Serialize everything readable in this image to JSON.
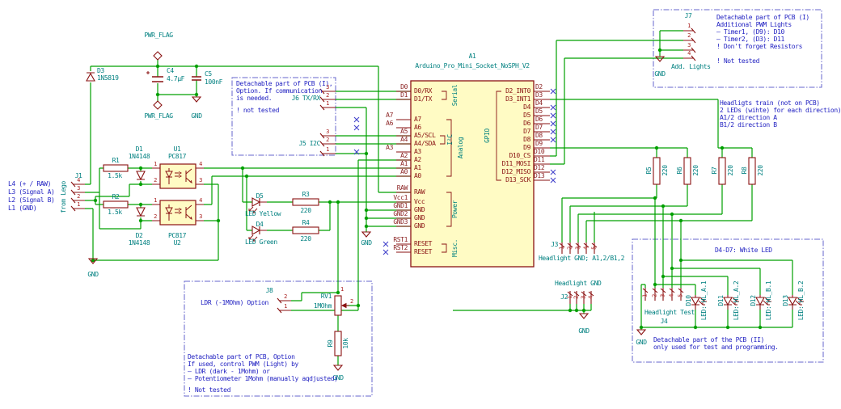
{
  "gnd": "GND",
  "power": {
    "pwr_flag_top": "PWR_FLAG",
    "pwr_flag_bottom": "PWR_FLAG",
    "d3_ref": "D3",
    "d3_val": "1N5819",
    "c4_ref": "C4",
    "c4_val": "4.7μF",
    "c5_ref": "C5",
    "c5_val": "100nF"
  },
  "j1": {
    "ref": "J1",
    "value": "from Lego",
    "pins": [
      "4",
      "3",
      "2",
      "1"
    ],
    "ext": [
      "L4 (+ / RAW)",
      "L3 (Signal A)",
      "L2 (Signal B)",
      "L1 (GND)"
    ]
  },
  "input_stage": {
    "r1_ref": "R1",
    "r1_val": "1.5k",
    "r2_ref": "R2",
    "r2_val": "1.5k",
    "d1_ref": "D1",
    "d1_val": "1N4148",
    "d2_ref": "D2",
    "d2_val": "1N4148",
    "u1_ref": "U1",
    "u1_val": "PC817",
    "u2_ref": "U2",
    "u2_val": "PC817",
    "opto_pins": [
      "1",
      "2",
      "4",
      "3"
    ]
  },
  "ind_leds": {
    "d5_ref": "D5",
    "d5_val": "LED Yellow",
    "d4_ref": "D4",
    "d4_val": "LED Green",
    "r3_ref": "R3",
    "r3_val": "220",
    "r4_ref": "R4",
    "r4_val": "220"
  },
  "comm_box": {
    "lines": [
      "Detachable part of PCB (I),",
      "Option. If communication",
      "is needed.",
      "! not tested"
    ],
    "j6": "J6 TX/RX",
    "j5": "J5 I2C",
    "j6_pins": [
      "3",
      "2",
      "1"
    ],
    "j5_pins": [
      "3",
      "2",
      "1"
    ]
  },
  "arduino": {
    "ref": "A1",
    "value": "Arduino_Pro_Mini_Socket_NoSPH_V2",
    "left_pins": [
      "D0/RX",
      "D1/TX",
      "A7",
      "A6",
      "A5/SCL",
      "A4/SDA",
      "A3",
      "A2",
      "A1",
      "A0",
      "RAW",
      "Vcc",
      "GND",
      "GND",
      "GND",
      "RESET",
      "RESET"
    ],
    "right_pins": [
      "D2_INT0",
      "D3_INT1",
      "D4",
      "D5",
      "D6",
      "D7",
      "D8",
      "D9",
      "D10_CS",
      "D11_MOSI",
      "D12_MISO",
      "D13_SCK"
    ],
    "groups": [
      "Serial",
      "I²C",
      "Analog",
      "GPIO",
      "Power",
      "Misc."
    ],
    "left_labels": [
      "D0",
      "D1",
      "A7",
      "A6",
      "A5",
      "A4",
      "A3",
      "A2",
      "A1",
      "A0",
      "RAW",
      "Vcc1",
      "GND1",
      "GND2",
      "GND3",
      "RST1",
      "RST2"
    ],
    "right_labels": [
      "D2",
      "D3",
      "D4",
      "D5",
      "D6",
      "D7",
      "D8",
      "D9",
      "D10",
      "D11",
      "D12",
      "D13"
    ]
  },
  "j7_box": {
    "ref": "J7",
    "pins": [
      "1",
      "2",
      "3",
      "4"
    ],
    "value": "Add. Lights",
    "lines": [
      "Detachable part of PCB (I)",
      "Additional PWM Lights",
      "– Timer1, (D9): D10",
      "– Timer2, (D3): D11",
      "! Don't forget Resistors",
      "! Not tested"
    ]
  },
  "train_note": {
    "lines": [
      "Headligts train (not on PCB)",
      "2 LEDs (wihte) for each direction)",
      "A1/2 direction A",
      "B1/2 direction B"
    ]
  },
  "pwm_res": {
    "r5": "R5",
    "r6": "R6",
    "r7": "R7",
    "r8": "R8",
    "val": "220"
  },
  "j3": {
    "ref": "J3",
    "value": "Headlight GND; A1,2/B1,2",
    "pins": [
      "1",
      "2",
      "3",
      "4",
      "5"
    ]
  },
  "j2": {
    "ref": "J2",
    "value": "Headlight GND",
    "pins": [
      "1",
      "2",
      "3",
      "4"
    ]
  },
  "test_box": {
    "title": "D4-D7: White LED",
    "j4_ref": "J4",
    "j4_value": "Headlight Test",
    "pins": [
      "1",
      "2",
      "3",
      "4",
      "5"
    ],
    "led_refs": [
      "D10",
      "D11",
      "D12",
      "D13"
    ],
    "led_vals": [
      "LED: HL_A.1",
      "LED: HL_A.2",
      "LED: HL_B.1",
      "LED: HL_B.2"
    ],
    "lines": [
      "Detachable part of the PCB (II)",
      "only used for test and programming."
    ]
  },
  "ldr_box": {
    "j8_ref": "J8",
    "j8_pins": [
      "2",
      "1"
    ],
    "j8_value": "LDR (-1MOhm) Option",
    "rv1_ref": "RV1",
    "rv1_val": "1MOhm",
    "rv1_pins": [
      "1",
      "2"
    ],
    "r9_ref": "R9",
    "r9_val": "10k",
    "lines": [
      "Detachable part of PCB, Option",
      "If used, control PWM (Light) by",
      "– LDR (dark - 1Mohm) or",
      "– Potentiometer 1Mohm (manually aqdjusted)",
      "! Not tested"
    ]
  },
  "colors": {
    "wire": "#00a000",
    "symbol": "#8a1212",
    "fill": "#fffbc4",
    "teal": "#008080",
    "comment": "#2222c2",
    "box": "#6666cc",
    "noconnect": "#4444cc"
  }
}
